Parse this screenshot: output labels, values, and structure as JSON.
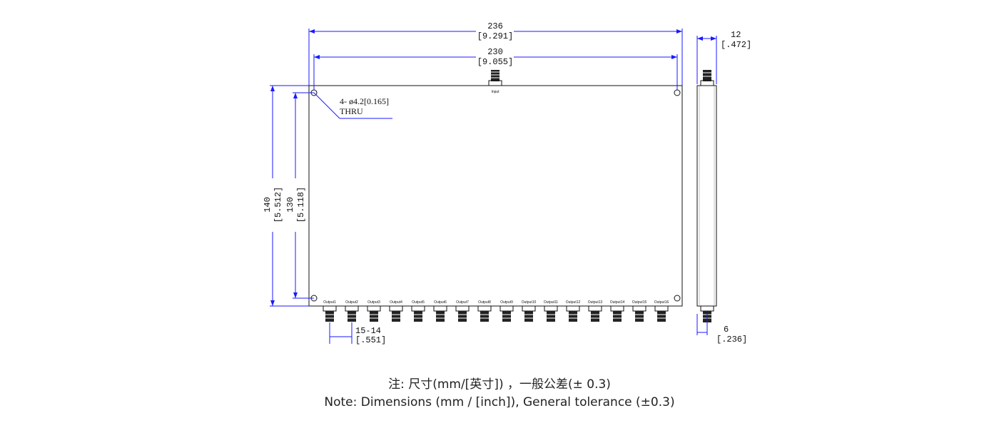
{
  "front_view": {
    "overall_width": "236",
    "overall_width_in": "[9.291]",
    "hole_spacing_width": "230",
    "hole_spacing_width_in": "[9.055]",
    "overall_height": "140",
    "overall_height_in": "[5.512]",
    "hole_spacing_height": "130",
    "hole_spacing_height_in": "[5.118]",
    "hole_callout": "4- ø4.2[0.165]",
    "hole_callout_2": "THRU",
    "input_label": "Input",
    "output_labels": [
      "Output1",
      "Output2",
      "Output3",
      "Output4",
      "Output5",
      "Output6",
      "Output7",
      "Output8",
      "Output9",
      "Output10",
      "Output11",
      "Output12",
      "Output13",
      "Output14",
      "Output15",
      "Output16"
    ],
    "port_pitch": "15-14",
    "port_pitch_in": "[.551]"
  },
  "side_view": {
    "thickness": "12",
    "thickness_in": "[.472]",
    "connector_offset": "6",
    "connector_offset_in": "[.236]"
  },
  "notes": {
    "chinese": "注: 尺寸(mm/[英寸]) ，一般公差(± 0.3)",
    "english": "Note: Dimensions (mm / [inch]), General tolerance (±0.3)"
  }
}
